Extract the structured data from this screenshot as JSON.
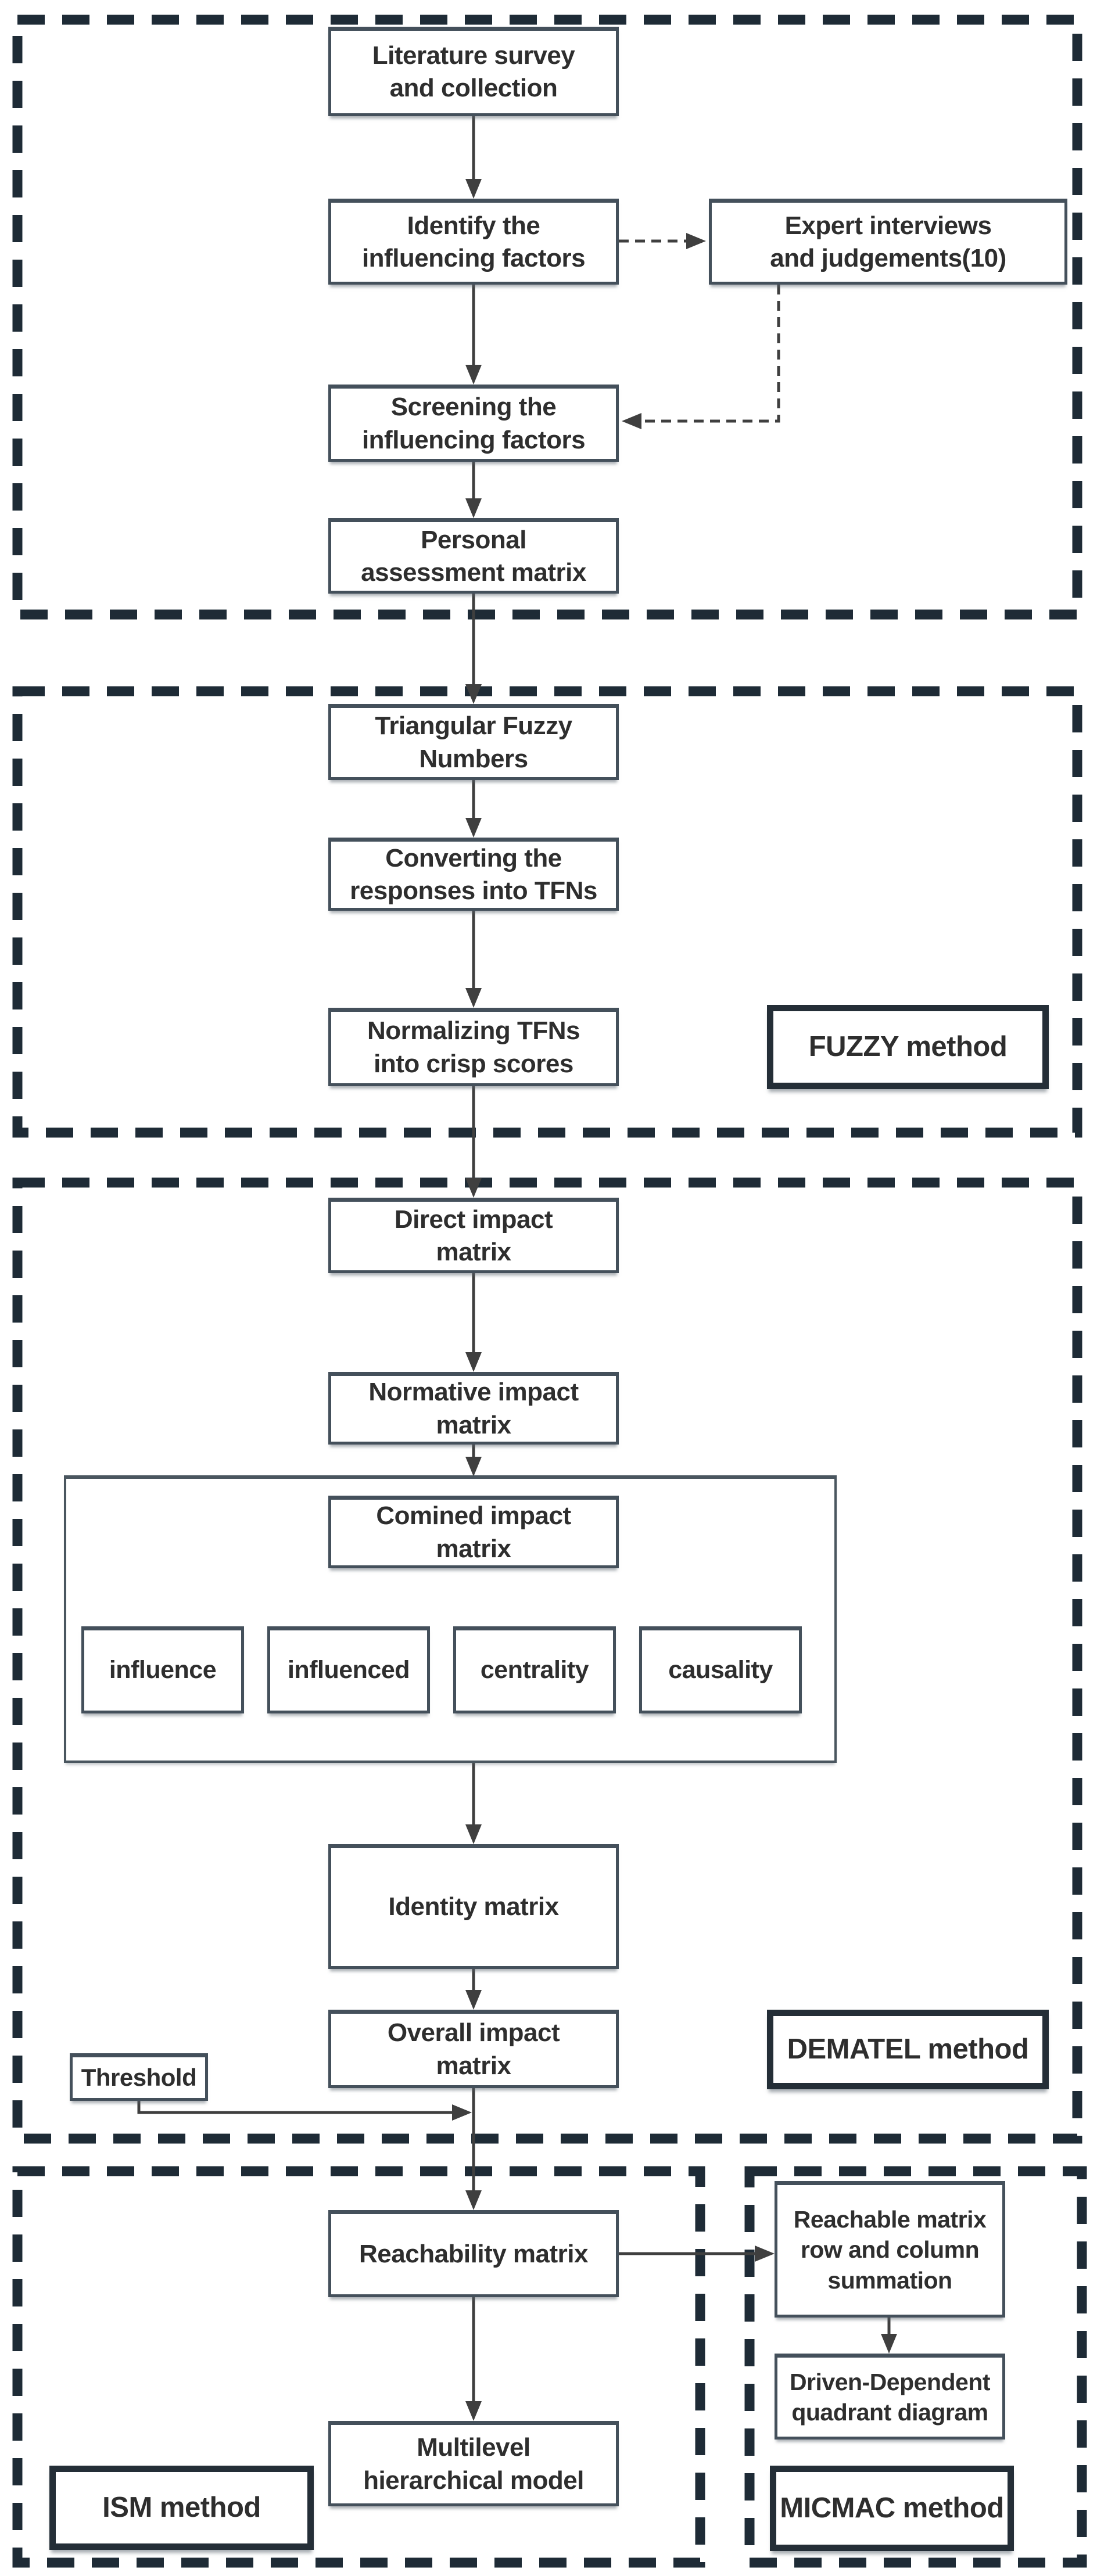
{
  "page": {
    "background": "#ffffff",
    "kind": "methodology flowchart"
  },
  "palette": {
    "section_dash": "#1e2b36",
    "box_border": "#44505b",
    "method_box_border": "#242e37",
    "arrow": "#3f3f3f",
    "text": "#2e2e2e"
  },
  "nodes": {
    "literature": {
      "label": "Literature survey\nand collection"
    },
    "identify": {
      "label": "Identify the\ninfluencing factors"
    },
    "expert": {
      "label": "Expert interviews\nand judgements(10)"
    },
    "screening": {
      "label": "Screening the\ninfluencing factors"
    },
    "personal": {
      "label": "Personal\nassessment matrix"
    },
    "triangular": {
      "label": "Triangular Fuzzy\nNumbers"
    },
    "converting": {
      "label": "Converting the\nresponses into TFNs"
    },
    "normalizing": {
      "label": "Normalizing TFNs\ninto crisp scores"
    },
    "direct": {
      "label": "Direct impact\nmatrix"
    },
    "normative": {
      "label": "Normative impact\nmatrix"
    },
    "comined": {
      "label": "Comined impact\nmatrix"
    },
    "influence": {
      "label": "influence"
    },
    "influenced": {
      "label": "influenced"
    },
    "centrality": {
      "label": "centrality"
    },
    "causality": {
      "label": "causality"
    },
    "identity": {
      "label": "Identity matrix"
    },
    "overall": {
      "label": "Overall impact\nmatrix"
    },
    "threshold": {
      "label": "Threshold"
    },
    "reachability": {
      "label": "Reachability matrix"
    },
    "summation": {
      "label": "Reachable matrix\nrow and column\nsummation"
    },
    "driven": {
      "label": "Driven-Dependent\nquadrant diagram"
    },
    "multilevel": {
      "label": "Multilevel\nhierarchical model"
    }
  },
  "method_labels": {
    "fuzzy": "FUZZY method",
    "dematel": "DEMATEL method",
    "ism": "ISM method",
    "micmac": "MICMAC method"
  },
  "sections": [
    {
      "id": "survey",
      "label": ""
    },
    {
      "id": "fuzzy",
      "label": "FUZZY method"
    },
    {
      "id": "dematel",
      "label": "DEMATEL method"
    },
    {
      "id": "ism",
      "label": "ISM method"
    },
    {
      "id": "micmac",
      "label": "MICMAC method"
    }
  ],
  "edges": [
    {
      "from": "literature",
      "to": "identify",
      "style": "solid"
    },
    {
      "from": "identify",
      "to": "expert",
      "style": "dashed"
    },
    {
      "from": "expert",
      "to": "screening",
      "style": "dashed"
    },
    {
      "from": "identify",
      "to": "screening",
      "style": "solid"
    },
    {
      "from": "screening",
      "to": "personal",
      "style": "solid"
    },
    {
      "from": "personal",
      "to": "triangular",
      "style": "solid"
    },
    {
      "from": "triangular",
      "to": "converting",
      "style": "solid"
    },
    {
      "from": "converting",
      "to": "normalizing",
      "style": "solid"
    },
    {
      "from": "normalizing",
      "to": "direct",
      "style": "solid"
    },
    {
      "from": "direct",
      "to": "normative",
      "style": "solid"
    },
    {
      "from": "normative",
      "to": "comined-group",
      "style": "solid"
    },
    {
      "from": "comined-group",
      "to": "identity",
      "style": "solid"
    },
    {
      "from": "identity",
      "to": "overall",
      "style": "solid"
    },
    {
      "from": "overall",
      "to": "reachability",
      "style": "solid"
    },
    {
      "from": "threshold",
      "to": "overall-reachability-line",
      "style": "solid"
    },
    {
      "from": "reachability",
      "to": "summation",
      "style": "solid"
    },
    {
      "from": "summation",
      "to": "driven",
      "style": "solid"
    },
    {
      "from": "reachability",
      "to": "multilevel",
      "style": "solid"
    }
  ]
}
